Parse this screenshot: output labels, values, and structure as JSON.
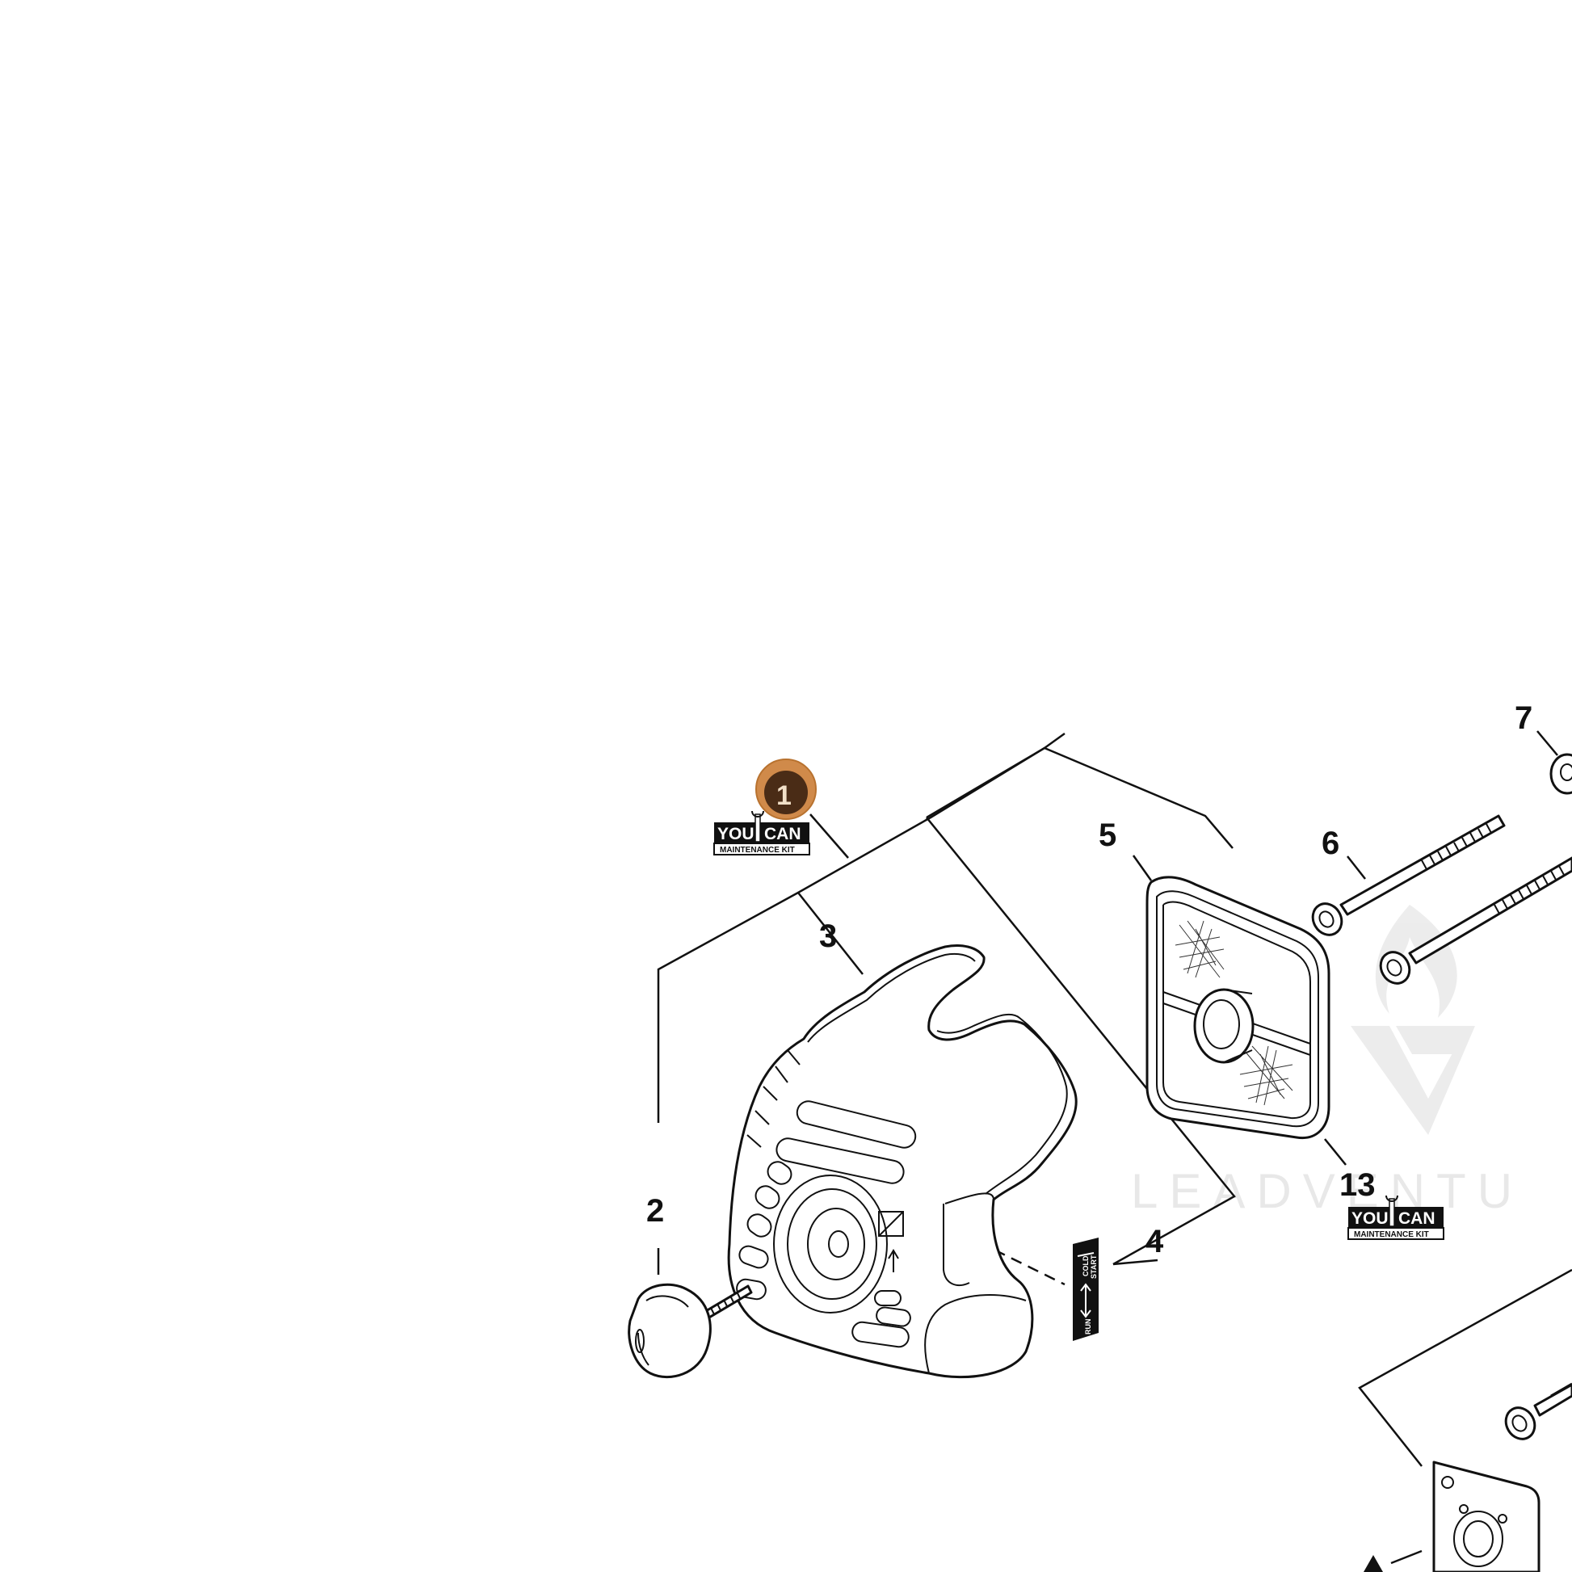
{
  "diagram": {
    "callouts": [
      {
        "id": "c1",
        "text": "1"
      },
      {
        "id": "c2",
        "text": "2"
      },
      {
        "id": "c3",
        "text": "3"
      },
      {
        "id": "c4",
        "text": "4"
      },
      {
        "id": "c5",
        "text": "5"
      },
      {
        "id": "c6",
        "text": "6"
      },
      {
        "id": "c7",
        "text": "7"
      },
      {
        "id": "c13",
        "text": "13"
      }
    ],
    "kit_logo": {
      "left_word": "YOU",
      "right_word": "CAN",
      "subtitle": "MAINTENANCE KIT"
    },
    "decal": {
      "line1": "COLD",
      "line2": "START",
      "line3": "RUN"
    },
    "watermark": {
      "text": "LEADVENTU"
    },
    "colors": {
      "badge_outer": "#d08a4a",
      "badge_inner": "#4a2c16",
      "line": "#111111",
      "watermark": "#e6e6e6"
    }
  }
}
